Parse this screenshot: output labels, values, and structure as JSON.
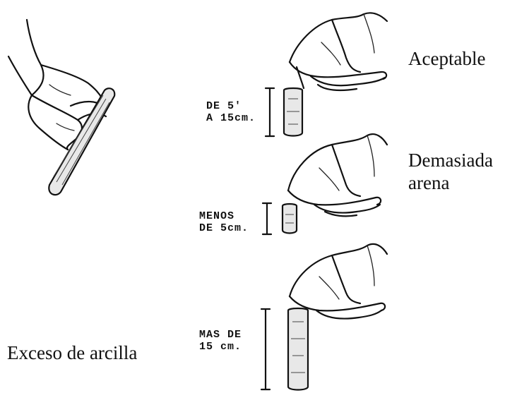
{
  "labels": {
    "acceptable": "Aceptable",
    "too_much_sand_line1": "Demasiada",
    "too_much_sand_line2": "arena",
    "too_much_clay": "Exceso de arcilla"
  },
  "measures": {
    "acceptable_line1": "DE 5'",
    "acceptable_line2": "A 15cm.",
    "sand_line1": "MENOS",
    "sand_line2": "DE 5cm.",
    "clay_line1": "MAS DE",
    "clay_line2": "15 cm."
  }
}
